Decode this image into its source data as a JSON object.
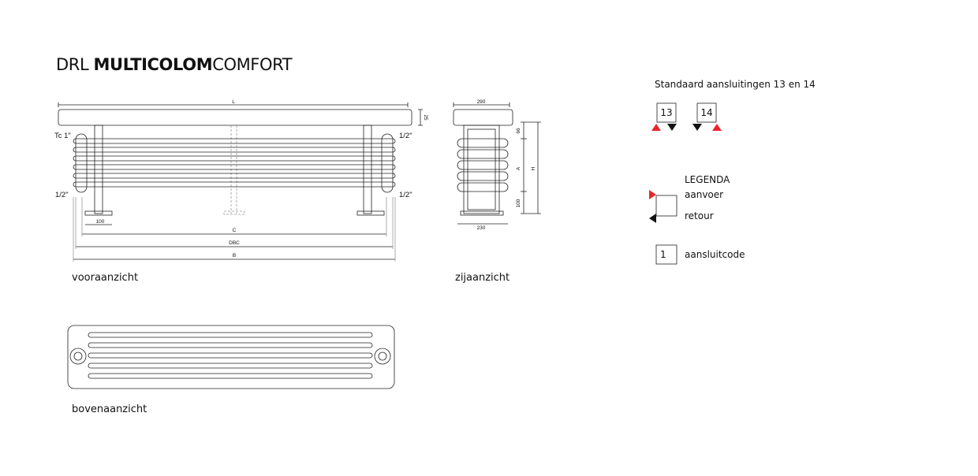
{
  "title": {
    "prefix": "DRL ",
    "bold": "MULTICOLOM",
    "suffix": "COMFORT"
  },
  "views": {
    "front": "vooraanzicht",
    "side": "zijaanzicht",
    "top": "bovenaanzicht"
  },
  "front_dims": {
    "L": "L",
    "25": "25",
    "tc": "Tc 1\"",
    "half_left_top": "1/2\"",
    "half_right_top": "1/2\"",
    "half_left_bottom": "1/2\"",
    "half_right_bottom": "1/2\"",
    "d100": "100",
    "C": "C",
    "DBC": "DBC",
    "B": "B"
  },
  "side_dims": {
    "top_width": "290",
    "bottom_width": "230",
    "d66": "66",
    "A": "A",
    "H": "H",
    "d100": "100"
  },
  "connections": {
    "heading": "Standaard aansluitingen 13 en 14",
    "codes": [
      "13",
      "14"
    ]
  },
  "legend": {
    "heading": "LEGENDA",
    "supply": "aanvoer",
    "return": "retour",
    "code_example": "1",
    "code_label": "aansluitcode"
  },
  "colors": {
    "supply": "#e8262a",
    "return": "#111111",
    "line": "#222222"
  }
}
